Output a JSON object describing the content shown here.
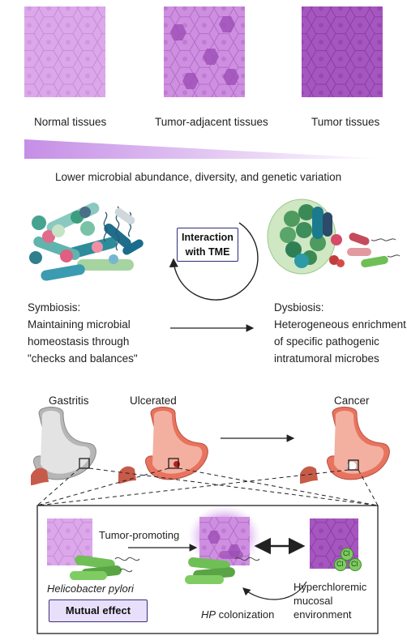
{
  "tissues": [
    {
      "label": "Normal tissues"
    },
    {
      "label": "Tumor-adjacent tissues"
    },
    {
      "label": "Tumor tissues"
    }
  ],
  "gradient_caption": "Lower microbial abundance, diversity, and genetic variation",
  "tme_box": {
    "line1": "Interaction",
    "line2": "with TME"
  },
  "symbiosis": {
    "lines": [
      "Symbiosis:",
      "Maintaining microbial",
      "homeostasis through",
      "\"checks and balances\""
    ]
  },
  "dysbiosis": {
    "lines": [
      "Dysbiosis:",
      "Heterogeneous enrichment",
      "of specific pathogenic",
      "intratumoral microbes"
    ]
  },
  "stomach_labels": {
    "gastritis": "Gastritis",
    "ulcerated": "Ulcerated",
    "cancer": "Cancer"
  },
  "inset": {
    "tumor_promoting": "Tumor-promoting",
    "species": "Helicobacter pylori",
    "mutual_effect": "Mutual effect",
    "hp_prefix": "HP",
    "hp_suffix": " colonization",
    "hyper_lines": [
      "Hyperchloremic",
      "mucosal",
      "environment"
    ],
    "cl_label": "Cl"
  },
  "colors": {
    "normal_tissue": "#dca8ea",
    "adjacent_tissue": "#c478d6",
    "tumor_tissue": "#a04fb8",
    "gradient_start": "#c58ee6",
    "stomach": "#e8735e",
    "bacteria_green": "#6fbf56",
    "tme_border": "#2d2d7a"
  }
}
